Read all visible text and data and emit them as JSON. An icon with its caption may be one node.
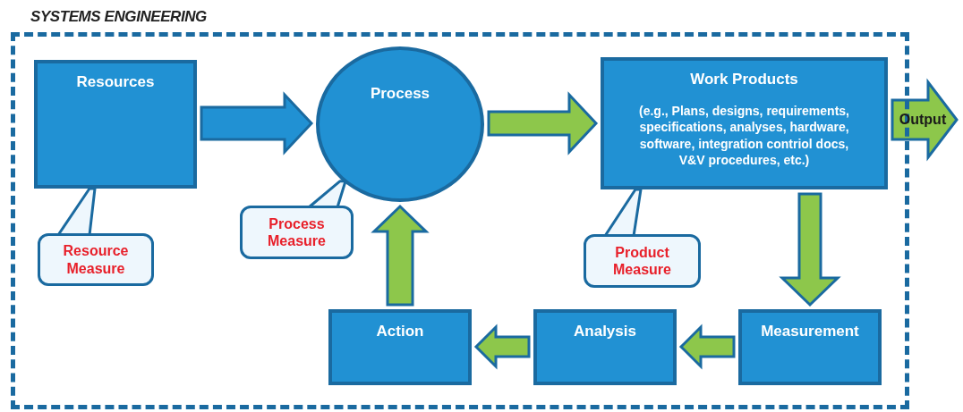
{
  "diagram": {
    "nodes": [
      {
        "text": [
          "SYSTEMS ENGINEERING"
        ]
      },
      {
        "text": [
          "Resources"
        ],
        "in": 0
      },
      {
        "text": [
          "Process"
        ],
        "in": 0
      },
      {
        "text": [
          "Work Products",
          "(e.g., Plans, designs, requirements, specifications, analyses, hardware, software, integration contriol docs, V&V procedures, etc.)"
        ],
        "in": 0
      },
      {
        "text": [
          "Resource Measure"
        ],
        "in": 0
      },
      {
        "text": [
          "Process Measure"
        ],
        "in": 0
      },
      {
        "text": [
          "Product Measure"
        ],
        "in": 0
      },
      {
        "text": [
          "Action"
        ],
        "in": 0
      },
      {
        "text": [
          "Analysis"
        ],
        "in": 0
      },
      {
        "text": [
          "Measurement"
        ],
        "in": 0
      }
    ],
    "edges": [
      {
        "from": 1,
        "to": 2,
        "arrow": "to",
        "color": "#2191d3"
      },
      {
        "from": 2,
        "to": 3,
        "arrow": "to"
      },
      {
        "from": 3,
        "to": 9,
        "arrow": "to"
      },
      {
        "from": 9,
        "to": 8,
        "arrow": "to"
      },
      {
        "from": 8,
        "to": 7,
        "arrow": "to"
      },
      {
        "from": 7,
        "to": 2,
        "arrow": "to"
      },
      {
        "from": 3,
        "to": null,
        "arrow": "to",
        "label": "Output"
      },
      {
        "from": 4,
        "to": 1,
        "arrow": "none"
      },
      {
        "from": 5,
        "to": 2,
        "arrow": "none"
      },
      {
        "from": 6,
        "to": 3,
        "arrow": "none"
      }
    ]
  }
}
